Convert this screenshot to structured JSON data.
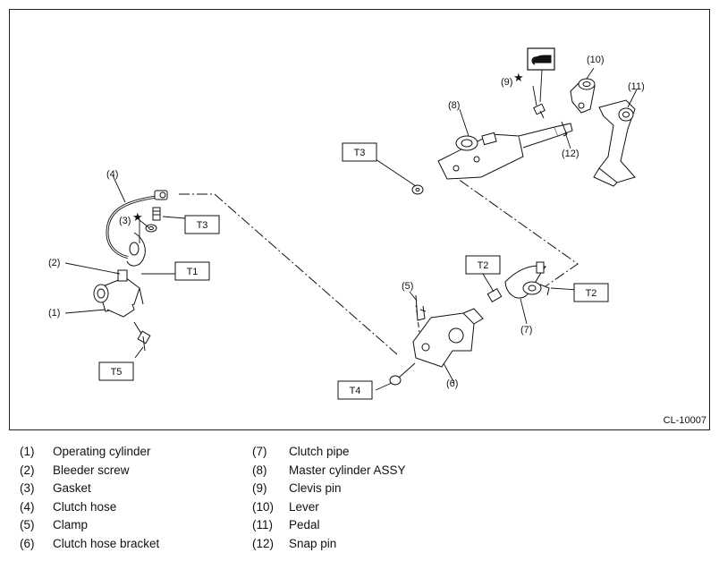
{
  "figure_id": "CL-10007",
  "callouts": {
    "c1": "(1)",
    "c2": "(2)",
    "c3": "(3)",
    "c4": "(4)",
    "c5": "(5)",
    "c6": "(6)",
    "c7": "(7)",
    "c8": "(8)",
    "c9": "(9)",
    "c10": "(10)",
    "c11": "(11)",
    "c12": "(12)"
  },
  "torque_labels": {
    "t1": "T1",
    "t2a": "T2",
    "t2b": "T2",
    "t3a": "T3",
    "t3b": "T3",
    "t4": "T4",
    "t5": "T5"
  },
  "star_symbol": "★",
  "legend": {
    "left": [
      {
        "num": "(1)",
        "text": "Operating cylinder"
      },
      {
        "num": "(2)",
        "text": "Bleeder screw"
      },
      {
        "num": "(3)",
        "text": "Gasket"
      },
      {
        "num": "(4)",
        "text": "Clutch hose"
      },
      {
        "num": "(5)",
        "text": "Clamp"
      },
      {
        "num": "(6)",
        "text": "Clutch hose bracket"
      }
    ],
    "right": [
      {
        "num": "(7)",
        "text": "Clutch pipe"
      },
      {
        "num": "(8)",
        "text": "Master cylinder ASSY"
      },
      {
        "num": "(9)",
        "text": "Clevis pin"
      },
      {
        "num": "(10)",
        "text": "Lever"
      },
      {
        "num": "(11)",
        "text": "Pedal"
      },
      {
        "num": "(12)",
        "text": "Snap pin"
      }
    ]
  }
}
